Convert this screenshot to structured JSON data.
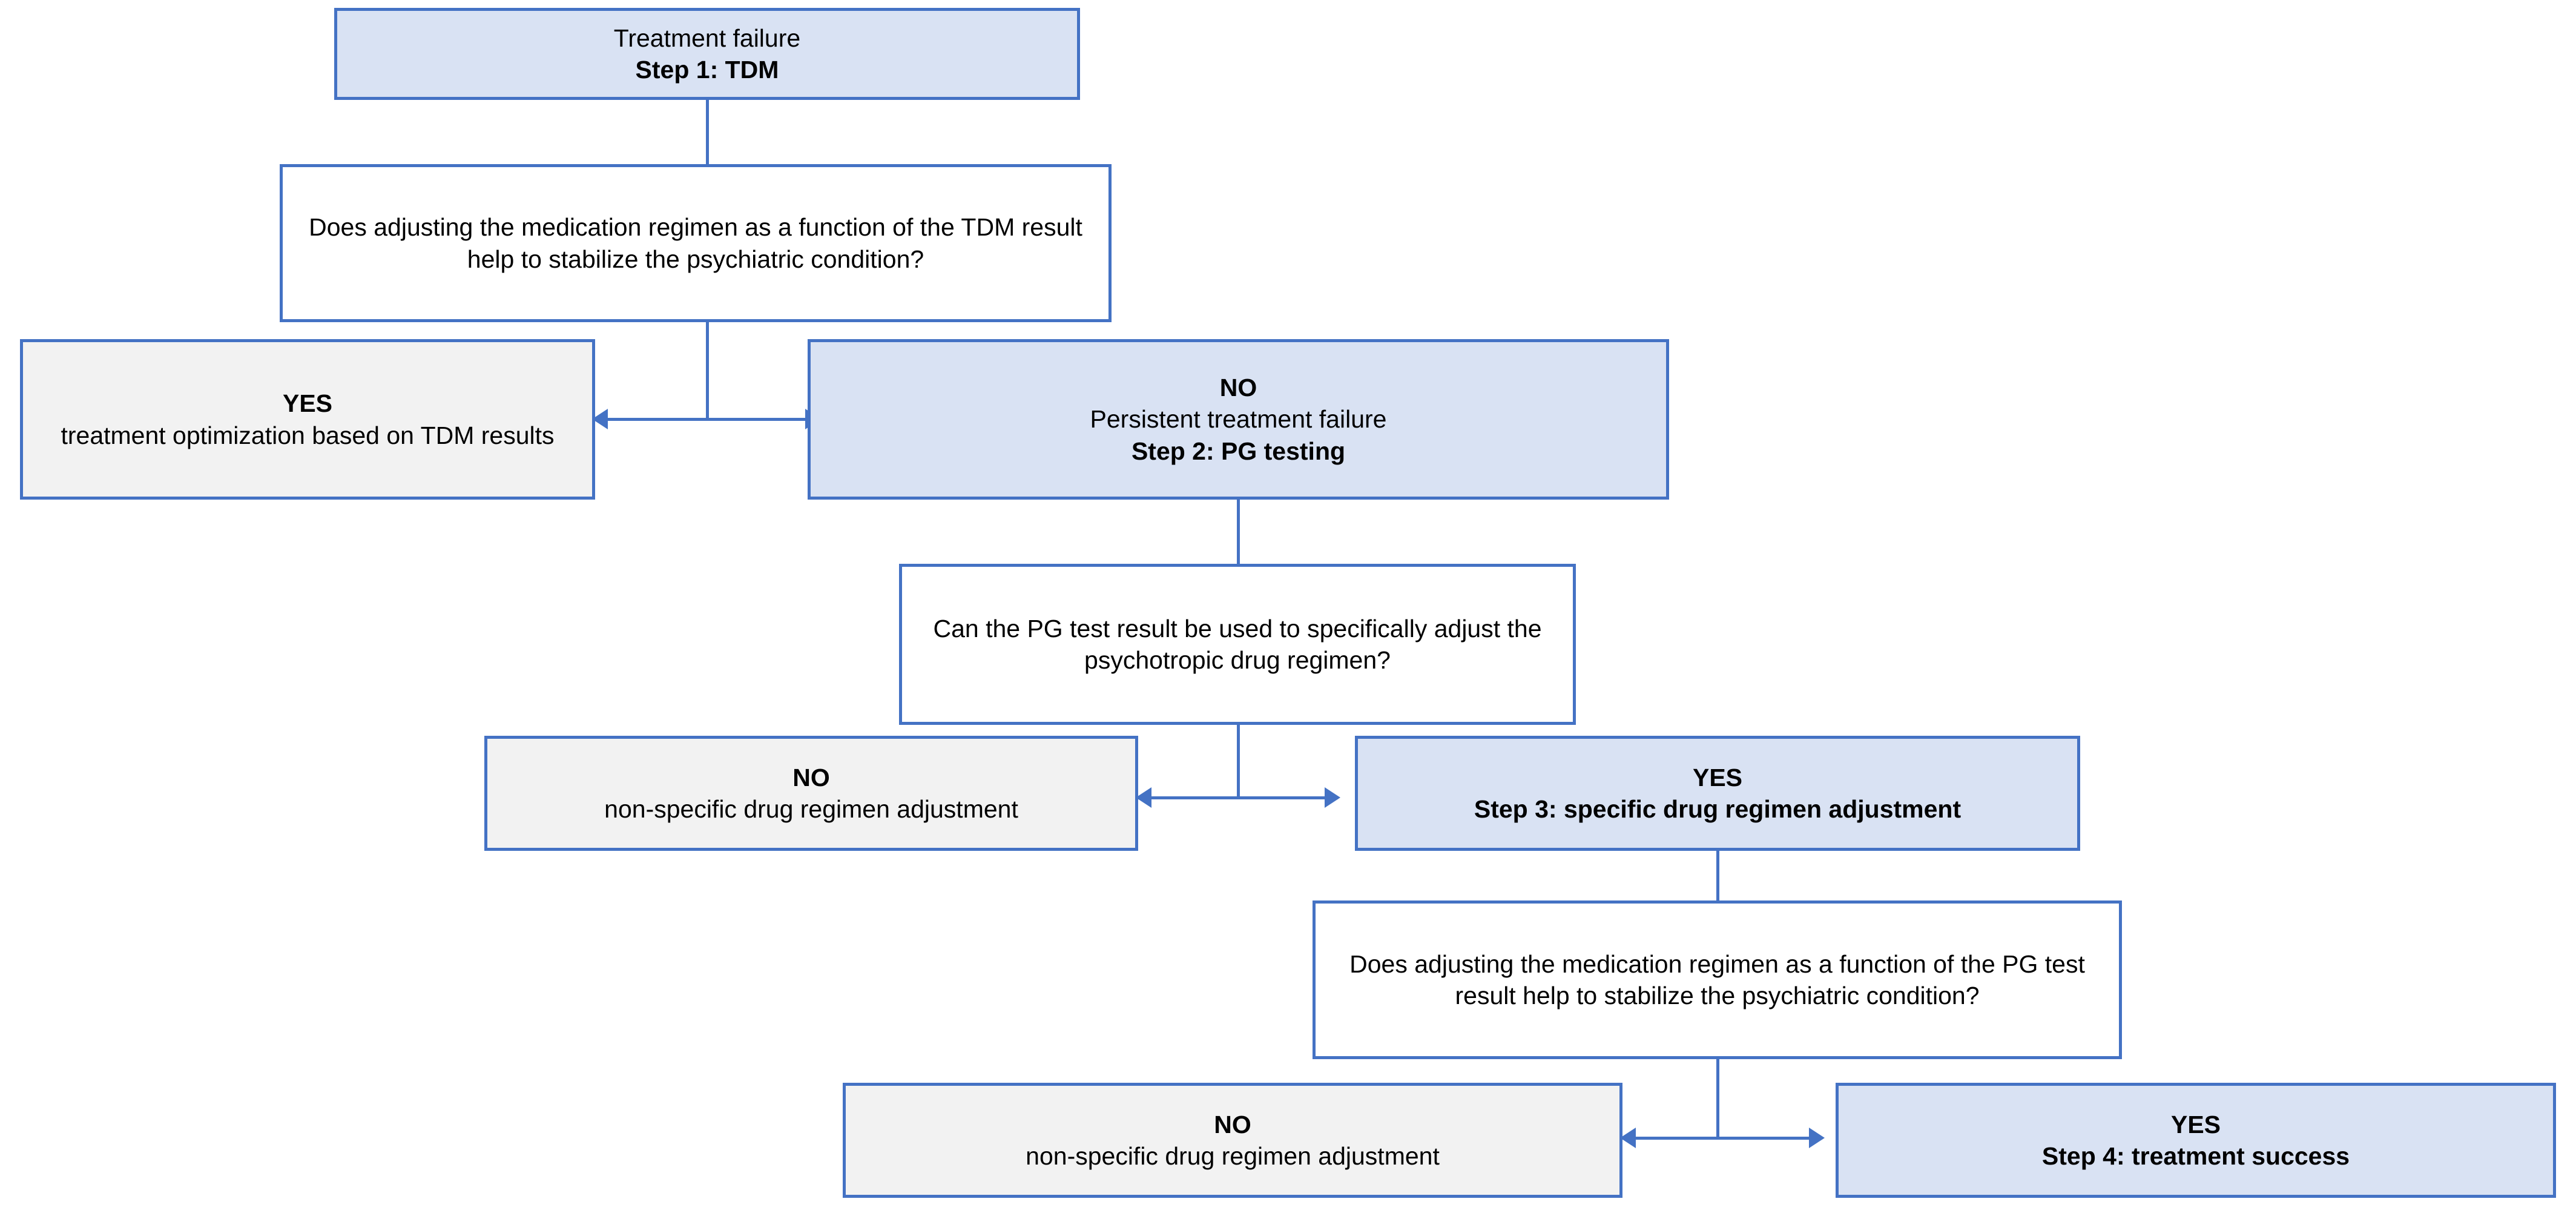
{
  "diagram": {
    "title": "Stepwise TDM and pharmacogenetic testing decision flowchart",
    "colors": {
      "border": "#4472C4",
      "fill_blue": "#D9E2F3",
      "fill_grey": "#F2F2F2",
      "fill_white": "#FFFFFF",
      "text": "#000000"
    },
    "nodes": {
      "start": {
        "line1": "Treatment failure",
        "line2": "Step 1: TDM"
      },
      "question1": {
        "text": "Does adjusting the medication regimen as a function of the TDM result help to stabilize the psychiatric condition?"
      },
      "yes1": {
        "line1": "YES",
        "line2": "treatment optimization based on TDM results"
      },
      "no1": {
        "line1": "NO",
        "line2": "Persistent treatment failure",
        "line3": "Step 2: PG testing"
      },
      "question2": {
        "text": "Can the PG test result be used to specifically adjust the psychotropic drug regimen?"
      },
      "no2": {
        "line1": "NO",
        "line2": "non-specific drug regimen adjustment"
      },
      "yes2": {
        "line1": "YES",
        "line2": "Step 3: specific drug regimen adjustment"
      },
      "question3": {
        "text": "Does adjusting the medication regimen as a function of the PG test result help to stabilize the psychiatric condition?"
      },
      "no3": {
        "line1": "NO",
        "line2": "non-specific drug regimen adjustment"
      },
      "yes3": {
        "line1": "YES",
        "line2": "Step 4: treatment success"
      }
    }
  }
}
